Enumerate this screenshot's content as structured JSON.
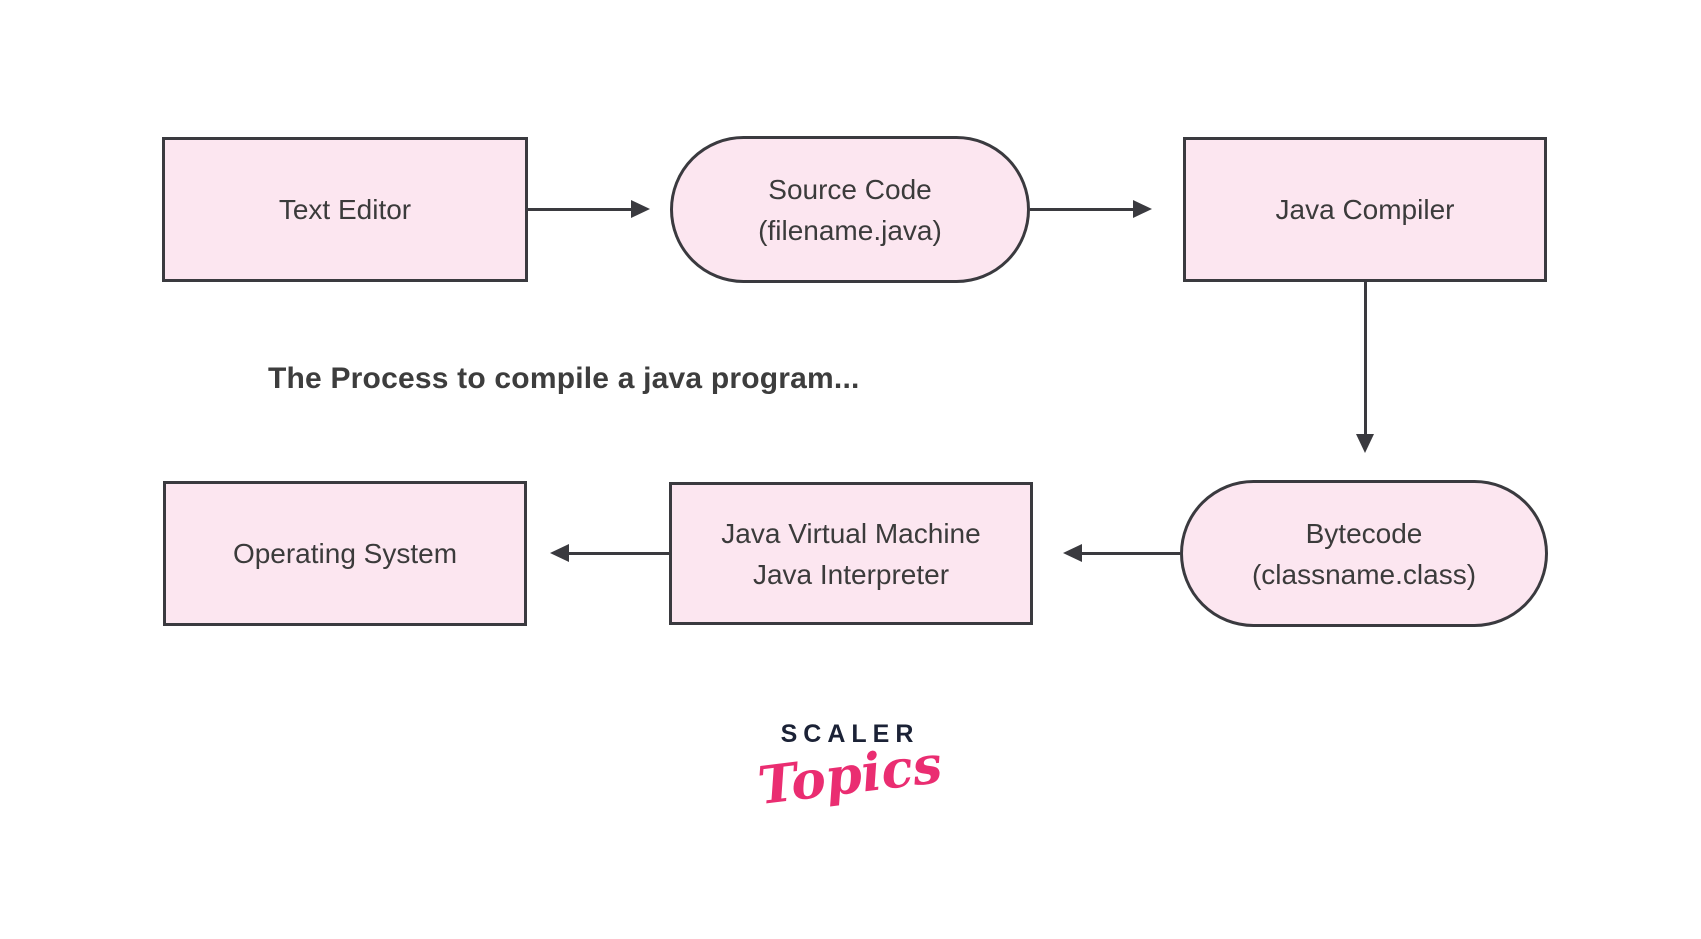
{
  "caption": "The Process to compile a java program...",
  "nodes": {
    "text_editor": {
      "label": "Text Editor"
    },
    "source_code": {
      "line1": "Source Code",
      "line2": "(filename.java)"
    },
    "java_compiler": {
      "label": "Java Compiler"
    },
    "operating_system": {
      "label": "Operating System"
    },
    "jvm": {
      "line1": "Java Virtual Machine",
      "line2": "Java Interpreter"
    },
    "bytecode": {
      "line1": "Bytecode",
      "line2": "(classname.class)"
    }
  },
  "logo": {
    "brand": "SCALER",
    "sub": "Topics"
  },
  "colors": {
    "node_fill": "#fce6f0",
    "node_border": "#3a3a3f",
    "arrow": "#3a3a3f",
    "text": "#3b3b3b",
    "logo_navy": "#1b2236",
    "logo_pink": "#ea2d71",
    "background": "#ffffff"
  }
}
